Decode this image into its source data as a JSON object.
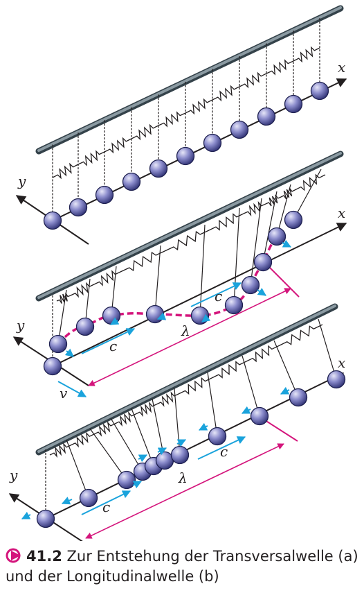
{
  "figure": {
    "panels": [
      {
        "id": "a0",
        "labels": {
          "x": "x",
          "y": "y"
        }
      },
      {
        "id": "a",
        "labels": {
          "x": "x",
          "y": "y",
          "c1": "c",
          "c2": "c",
          "lambda": "λ",
          "v": "v"
        }
      },
      {
        "id": "b",
        "labels": {
          "x": "x",
          "y": "y",
          "c1": "c",
          "c2": "c",
          "lambda": "λ"
        }
      }
    ],
    "colors": {
      "rod": "#5a6f79",
      "sphere": "#4d4f9e",
      "arrow": "#1aa3dc",
      "wave": "#d4157c",
      "ink": "#231f20"
    }
  },
  "caption": {
    "icon": "play-circle-icon",
    "number": "41.2",
    "text": "Zur Entstehung der Transversalwelle (a) und der Longitudinalwelle (b)"
  }
}
